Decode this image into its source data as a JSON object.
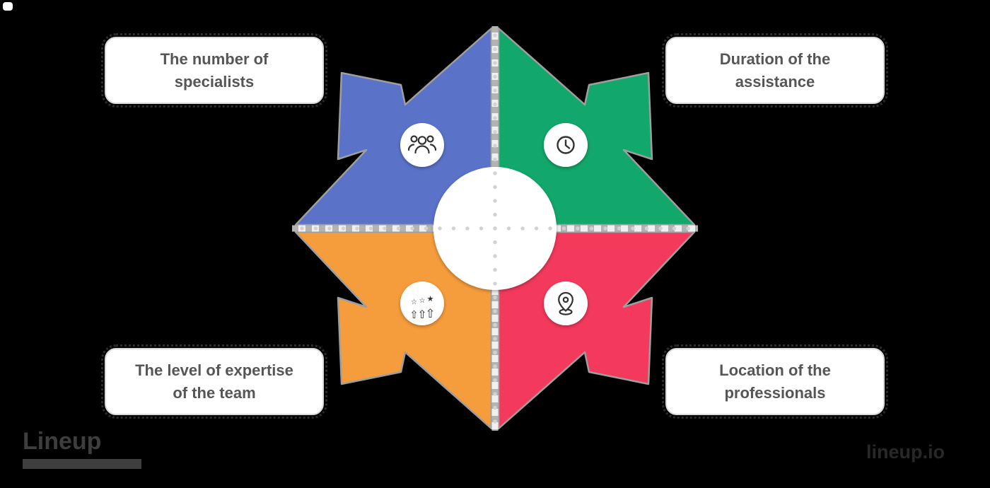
{
  "background_color": "#000000",
  "diagram": {
    "outline_color": "#9e9e9e",
    "seam_light": "#f0f0f0",
    "seam_gray": "#b3b3b3",
    "dot_color": "#d2d2d2",
    "center_circle_color": "#ffffff",
    "icon_stroke": "#333333",
    "quadrants": [
      {
        "id": "top-left",
        "label": "The number of specialists",
        "color": "#5a72c8",
        "icon": "people-icon"
      },
      {
        "id": "top-right",
        "label": "Duration of the assistance",
        "color": "#12a76b",
        "icon": "clock-icon"
      },
      {
        "id": "bottom-left",
        "label": "The level of expertise of the team",
        "color": "#f59c3c",
        "icon": "growth-stars-icon"
      },
      {
        "id": "bottom-right",
        "label": "Location of the professionals",
        "color": "#f3395c",
        "icon": "location-pin-icon"
      }
    ]
  },
  "branding": {
    "logo_text": "Lineup",
    "website_text": "lineup.io"
  }
}
